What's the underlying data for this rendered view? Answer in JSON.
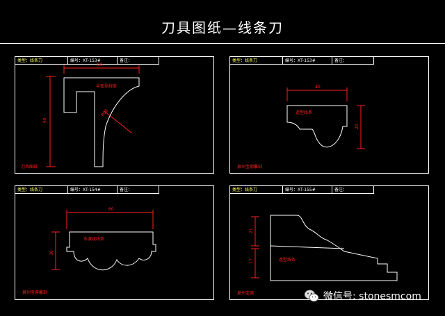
{
  "page_title": "刀具图纸—线条刀",
  "panels": [
    {
      "type_label": "类型：线条刀",
      "number_label": "编号：XT-153#",
      "note_label": "备注：",
      "feature_label": "半弧型线条",
      "caption": "刀具图纸",
      "dims": [
        "90",
        "60",
        "R50"
      ]
    },
    {
      "type_label": "类型：线条刀",
      "number_label": "编号：XT-153#",
      "note_label": "备注：",
      "feature_label": "造型线条",
      "caption": "泉州宝德雕刻",
      "dims": [
        "40",
        "20"
      ]
    },
    {
      "type_label": "类型：线条刀",
      "number_label": "编号：XT-154#",
      "note_label": "备注：",
      "feature_label": "水波纹线条",
      "caption": "泉州宝典雕刻",
      "dims": [
        "60",
        "30"
      ]
    },
    {
      "type_label": "类型：线条刀",
      "number_label": "编号：XT-155#",
      "note_label": "备注：",
      "feature_label": "造型线条",
      "caption": "泉州宝德",
      "dims": [
        "21",
        "17"
      ]
    }
  ],
  "watermark": {
    "text": "微信号: stonesmcom",
    "icon": "wechat-icon"
  },
  "colors": {
    "background": "#000000",
    "lines": "#ffffff",
    "dimension": "#ff2020",
    "label": "#ffff66"
  }
}
